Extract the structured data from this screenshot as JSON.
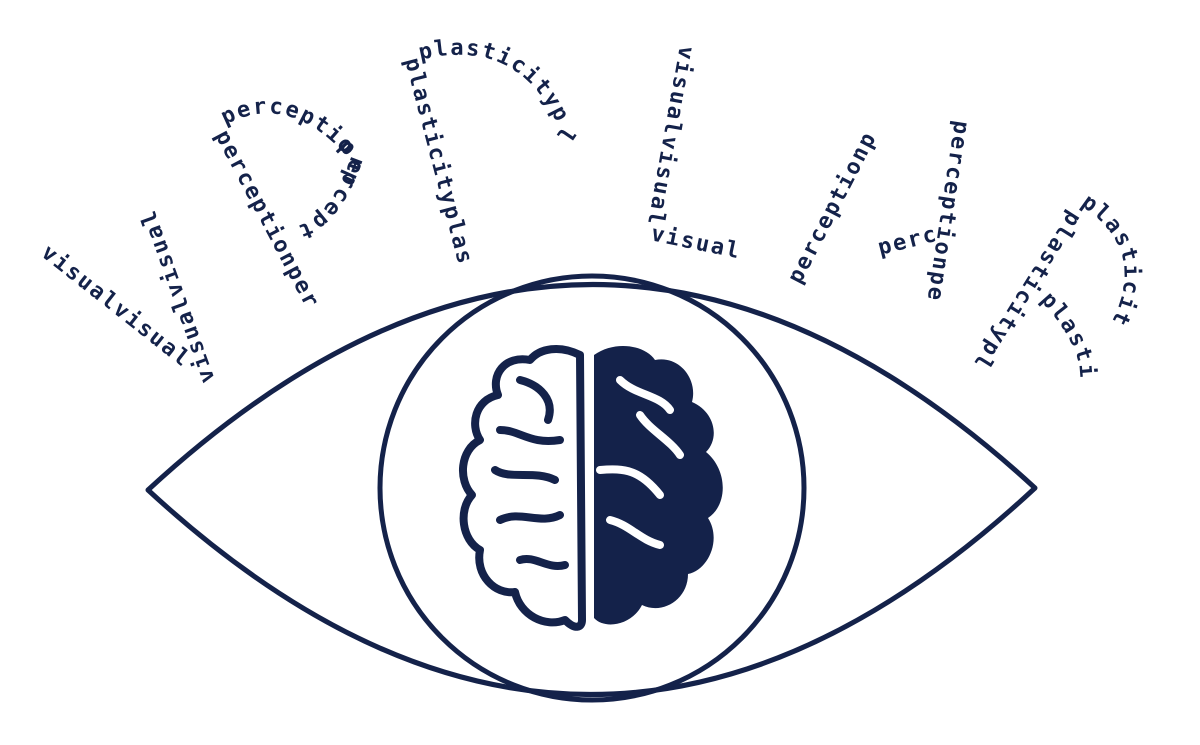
{
  "logo": {
    "colors": {
      "ink": "#14224a",
      "background": "#ffffff"
    },
    "letters": [
      {
        "name": "letter-v",
        "words": [
          "visualvisual",
          "visualvisual"
        ]
      },
      {
        "name": "letter-p-first",
        "words": [
          "perceptionperc",
          "perceptionp",
          "perceptio"
        ]
      },
      {
        "name": "letter-p-second",
        "words": [
          "plasticityplast",
          "plasticitypl"
        ]
      },
      {
        "name": "letter-l",
        "words": [
          "visualvisual",
          "visual"
        ]
      },
      {
        "name": "letter-a",
        "words": [
          "perceptionp",
          "perceptionpe",
          "perc"
        ]
      },
      {
        "name": "letter-b",
        "words": [
          "plasticitypl",
          "plasticity",
          "plasti"
        ]
      }
    ],
    "icons": {
      "eye": "eye-icon",
      "iris": "iris-circle",
      "brain": "brain-icon"
    }
  }
}
